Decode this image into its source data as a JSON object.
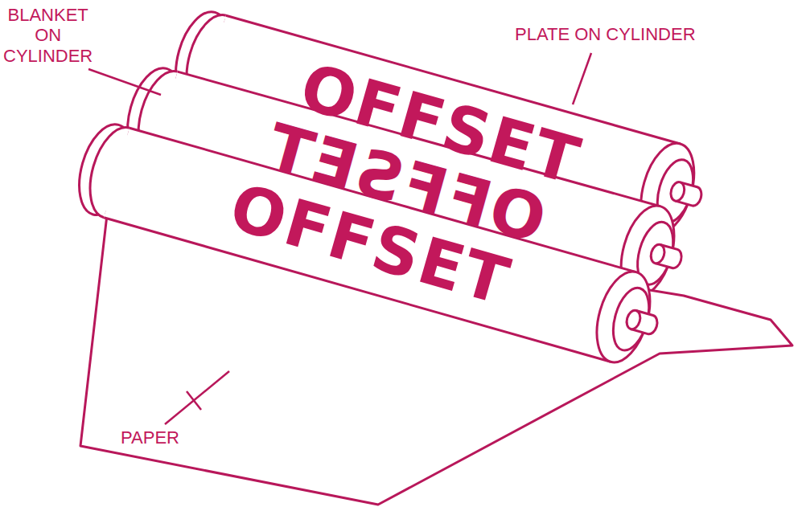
{
  "diagram": {
    "nodes": [
      {
        "text": [
          "OFFSET"
        ]
      },
      {
        "text": [
          "OFFSET"
        ]
      },
      {
        "text": [
          "OFFSET"
        ]
      }
    ],
    "labels": [
      "BLANKET ON CYLINDER",
      "PLATE ON CYLINDER",
      "PAPER"
    ]
  }
}
